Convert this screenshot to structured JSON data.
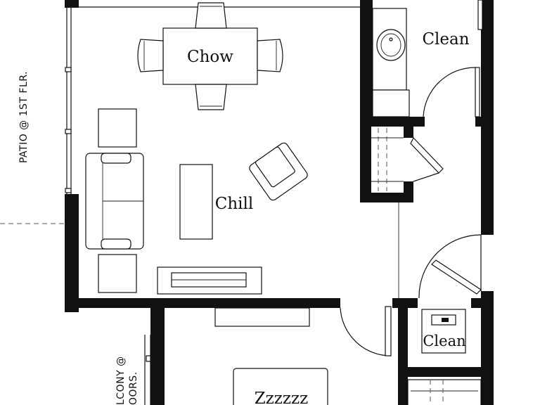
{
  "rooms": {
    "dining": "Chow",
    "living": "Chill",
    "bath": "Clean",
    "laundry": "Clean",
    "bedroom": "Zzzzzz"
  },
  "side_notes": {
    "patio": "PATIO @ 1ST FLR.",
    "balcony_line1": "LCONY @",
    "balcony_line2": "OORS."
  }
}
